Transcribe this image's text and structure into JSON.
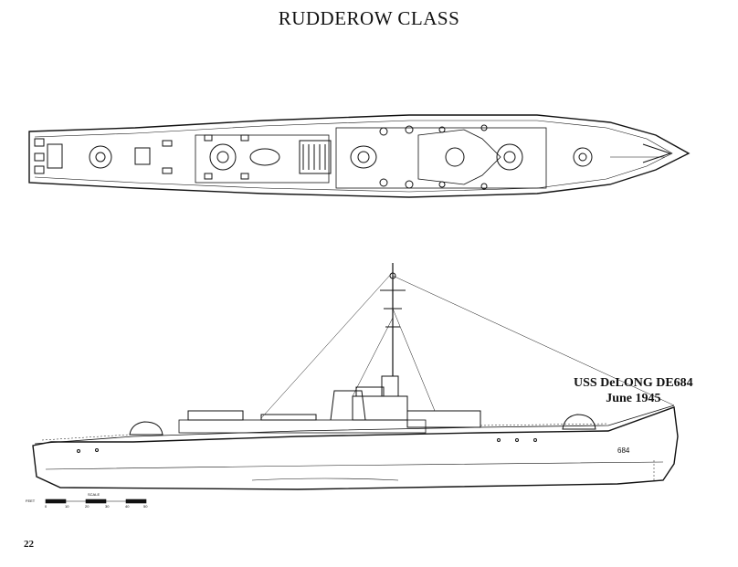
{
  "document": {
    "title": "RUDDEROW CLASS",
    "caption": {
      "ship_name": "USS DeLONG DE684",
      "date": "June 1945"
    },
    "hull_number": "684",
    "page_number": "22",
    "scale": {
      "label": "SCALE",
      "unit": "FEET",
      "ticks": [
        "0",
        "10",
        "20",
        "30",
        "40",
        "50"
      ]
    }
  }
}
